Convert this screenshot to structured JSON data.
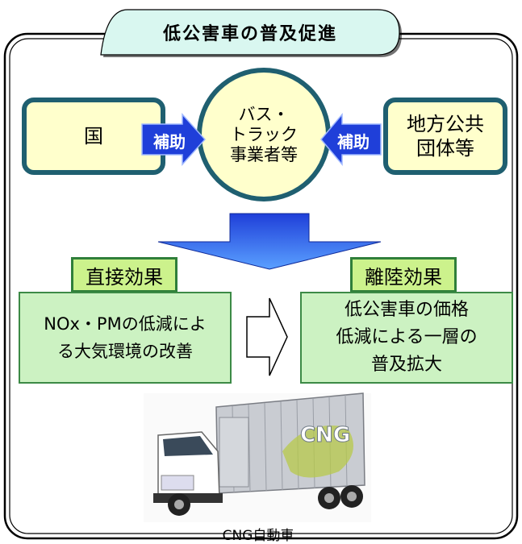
{
  "title": "低公害車の普及促進",
  "nodes": {
    "kuni": "国",
    "bus_line1": "バス・",
    "bus_line2": "トラック",
    "bus_line3": "事業者等",
    "local_line1": "地方公共",
    "local_line2": "団体等"
  },
  "subsidy_left": "補助",
  "subsidy_right": "補助",
  "effects": {
    "direct_tag": "直接効果",
    "direct_line1": "NOx・PMの低減によ",
    "direct_line2": "る大気環境の改善",
    "takeoff_tag": "離陸効果",
    "takeoff_line1": "低公害車の価格",
    "takeoff_line2": "低減による一層の",
    "takeoff_line3": "普及拡大"
  },
  "truck_logo": "CNG",
  "caption": "CNG自動車",
  "colors": {
    "node_fill": "#ffffcc",
    "node_border": "#1f5f70",
    "arrow_blue": "#1f3fd9",
    "tag_fill": "#ccf28c",
    "effect_fill": "#ccf2c2",
    "title_fill": "#d9f7f0"
  }
}
